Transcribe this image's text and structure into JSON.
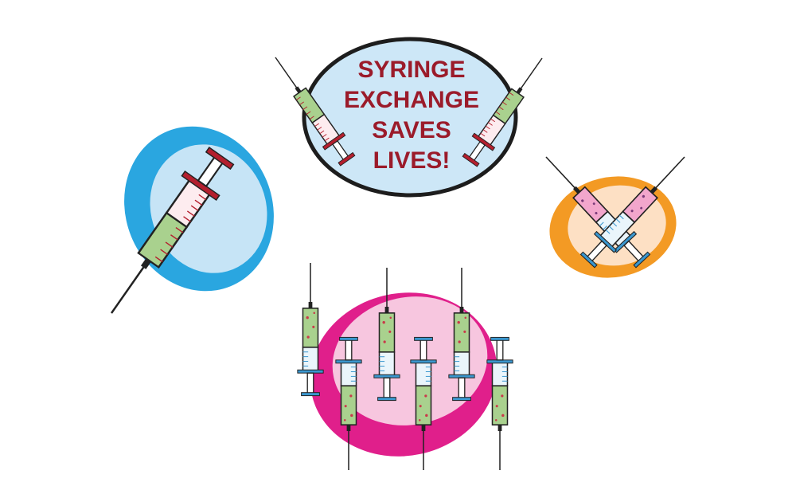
{
  "badge": {
    "lines": [
      "SYRINGE",
      "EXCHANGE",
      "SAVES",
      "LIVES!"
    ]
  },
  "colors": {
    "text_red": "#9b1b2a",
    "badge_fill": "#cde7f7",
    "blue_outer": "#2aa6e0",
    "blue_inner": "#c6e4f6",
    "orange_outer": "#f39a24",
    "orange_inner": "#fde0c4",
    "pink_outer": "#e01f8b",
    "pink_inner": "#f7c6df",
    "green_fluid": "#a9d18e",
    "pink_fluid": "#f2a6cc",
    "red_cap": "#b41f2e",
    "blue_cap": "#3a97cf"
  },
  "icons": [
    "syringe-icon"
  ]
}
